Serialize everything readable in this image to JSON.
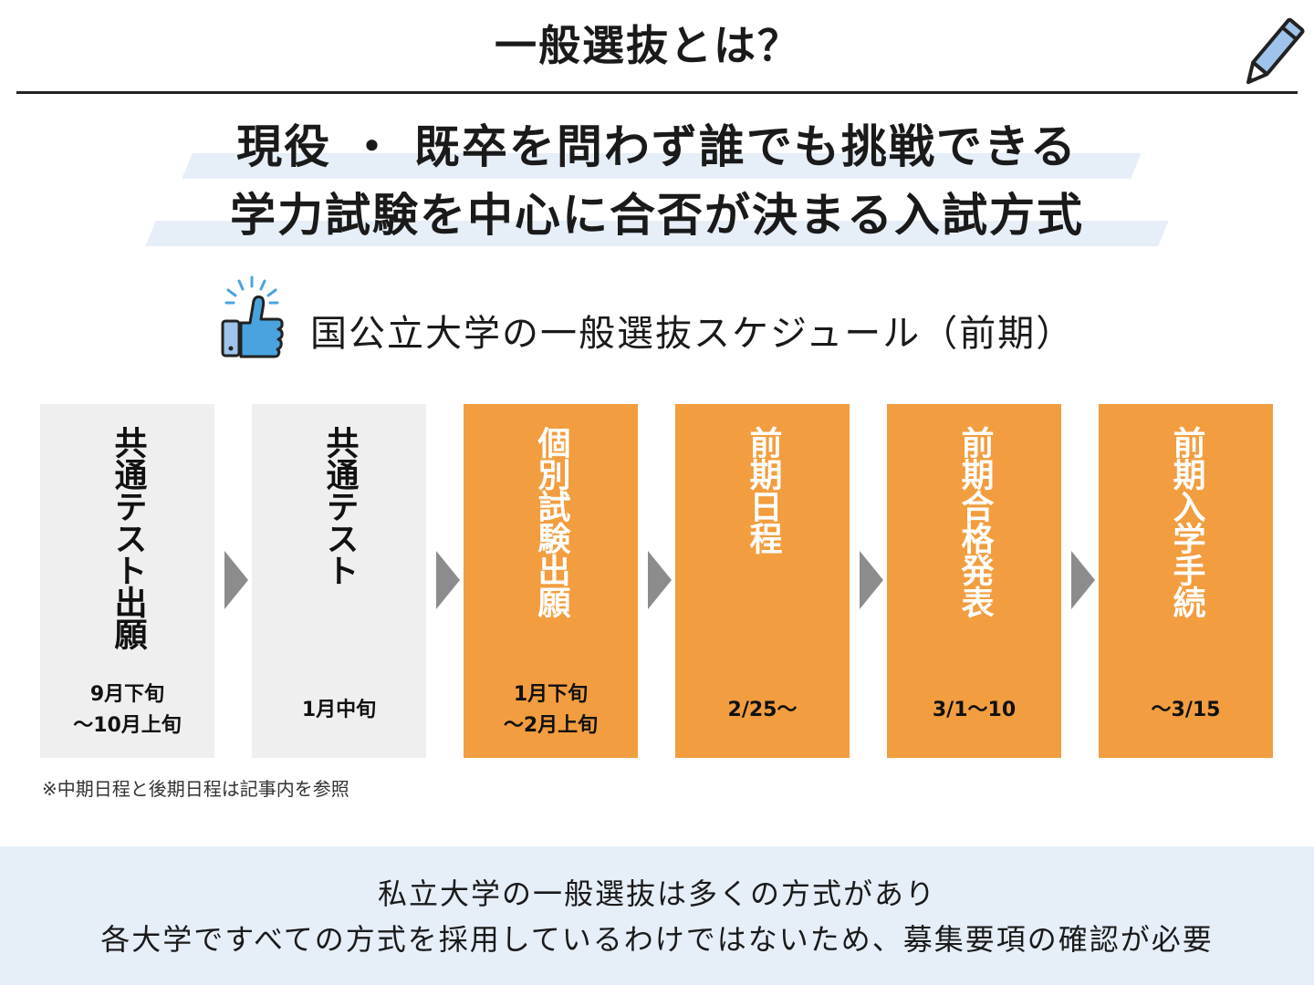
{
  "title": "一般選抜とは？",
  "headline": {
    "line1": "現役 ・ 既卒を問わず誰でも挑戦できる",
    "line2": "学力試験を中心に合否が決まる入試方式"
  },
  "schedule_heading": "国公立大学の一般選抜スケジュール（前期）",
  "steps": [
    {
      "label": "共通テスト出願",
      "date": "9月下旬\n〜10月上旬",
      "highlight": false
    },
    {
      "label": "共通テスト",
      "date": "1月中旬",
      "highlight": false
    },
    {
      "label": "個別試験出願",
      "date": "1月下旬\n〜2月上旬",
      "highlight": true
    },
    {
      "label": "前期日程",
      "date": "2/25〜",
      "highlight": true
    },
    {
      "label": "前期合格発表",
      "date": "3/1〜10",
      "highlight": true
    },
    {
      "label": "前期入学手続",
      "date": "〜3/15",
      "highlight": true
    }
  ],
  "note": "※中期日程と後期日程は記事内を参照",
  "footer": {
    "line1": "私立大学の一般選抜は多くの方式があり",
    "line2": "各大学ですべての方式を採用しているわけではないため、募集要項の確認が必要"
  },
  "icons": {
    "pencil": "pencil-icon",
    "thumbs_up": "thumbs-up-icon",
    "arrow": "chevron-right-icon"
  },
  "colors": {
    "highlight": "#f29d3f",
    "neutral": "#efefef",
    "band": "#e6eef8",
    "arrow": "#8c8c8c",
    "accent": "#4aa3df"
  }
}
